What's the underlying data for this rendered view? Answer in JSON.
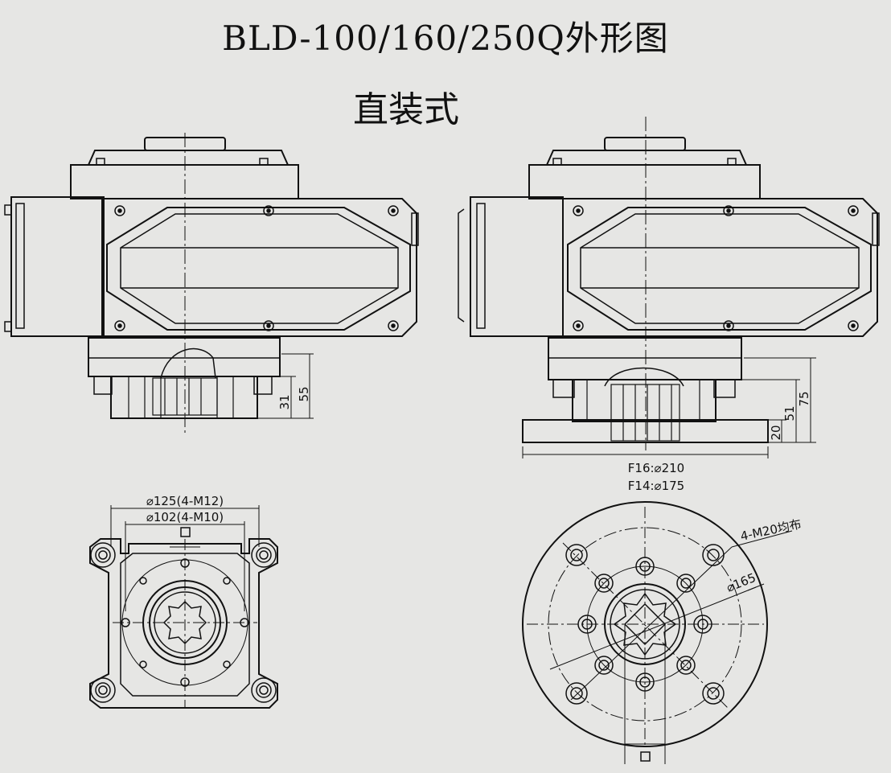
{
  "title": "BLD-100/160/250Q外形图",
  "subtitle": "直装式",
  "dimensions": {
    "left_height_55": "55",
    "left_height_31": "31",
    "right_height_75": "75",
    "right_height_51": "51",
    "right_height_20": "20",
    "flange_f16": "F16:⌀210",
    "flange_f14": "F14:⌀175",
    "pcd_125": "⌀125(4-M12)",
    "pcd_102": "⌀102(4-M10)",
    "bolt_holes": "4-M20均布",
    "pcd_165": "⌀165"
  },
  "colors": {
    "background": "#e6e6e4",
    "stroke": "#111111"
  }
}
